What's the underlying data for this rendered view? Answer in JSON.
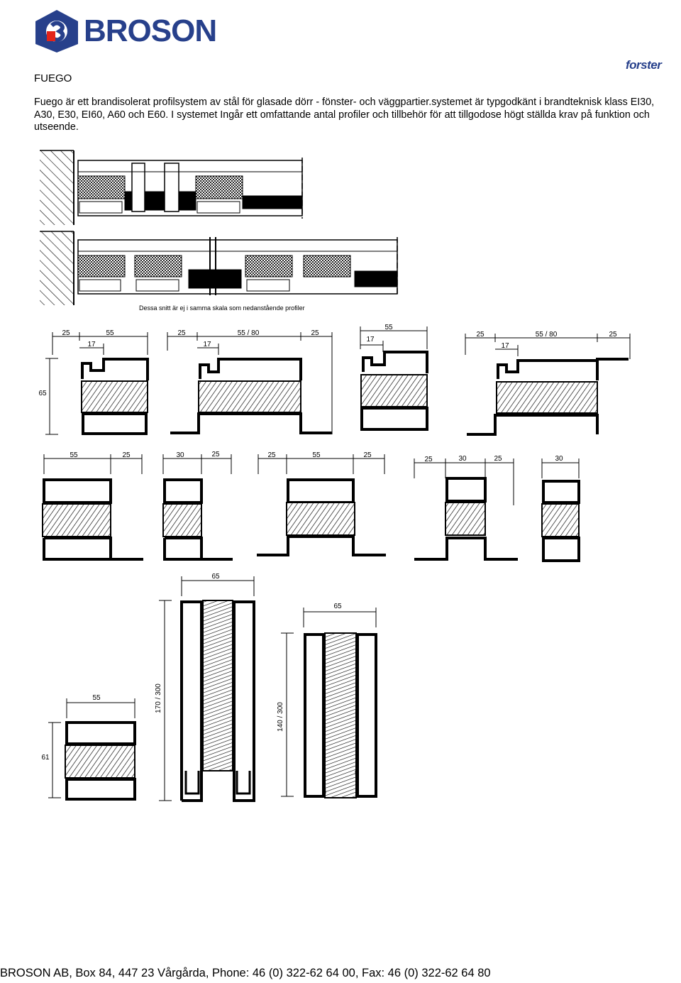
{
  "header": {
    "brand_name": "BROSON",
    "partner_logo": "forster"
  },
  "page": {
    "title": "FUEGO",
    "intro": "Fuego är ett brandisolerat profilsystem av stål för glasade dörr - fönster- och väggpartier.systemet är typgodkänt i brandteknisk klass EI30, A30, E30, EI60, A60 och E60. I systemet Ingår ett omfattande antal profiler och tillbehör för att tillgodose högt ställda krav på funktion och utseende."
  },
  "drawing": {
    "scale_note": "Dessa snitt är ej i samma skala som nedanstående profiler",
    "row1": {
      "p1": {
        "d_outer": "25",
        "d_main": "55",
        "d_glass": "17",
        "d_height": "65"
      },
      "p2": {
        "d_left": "25",
        "d_main": "55 / 80",
        "d_right": "25",
        "d_glass": "17"
      },
      "p3": {
        "d_main": "55",
        "d_glass": "17"
      },
      "p4": {
        "d_left": "25",
        "d_main": "55 / 80",
        "d_right": "25",
        "d_glass": "17"
      }
    },
    "row2": {
      "p1": {
        "d_a": "55",
        "d_b": "25"
      },
      "p2": {
        "d_a": "30",
        "d_b": "25"
      },
      "p3": {
        "d_a": "25",
        "d_b": "55",
        "d_c": "25"
      },
      "p4": {
        "d_a": "25",
        "d_b": "30",
        "d_c": "25"
      },
      "p5": {
        "d_a": "30"
      }
    },
    "row3": {
      "p1": {
        "d_width": "55",
        "d_height": "61"
      },
      "p2": {
        "d_width": "65",
        "d_height": "170 / 300"
      },
      "p3": {
        "d_width": "65",
        "d_height": "140 / 300"
      }
    }
  },
  "footer": {
    "contact": "BROSON AB, Box 84, 447 23 Vårgårda, Phone:  46 (0) 322-62 64 00, Fax:  46 (0) 322-62 64 80"
  }
}
